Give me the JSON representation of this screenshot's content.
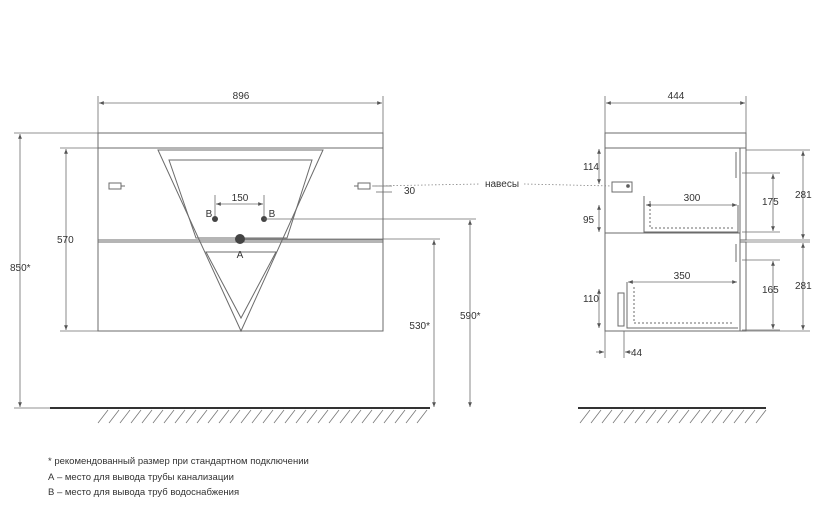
{
  "front": {
    "width": "896",
    "hole_spacing": "150",
    "label_b_left": "B",
    "label_b_right": "B",
    "label_a": "A",
    "height_total": "850*",
    "height_body": "570",
    "height_drain": "530*",
    "height_supply": "590*",
    "hinge_offset": "30"
  },
  "hinge_label": "навесы",
  "side": {
    "depth": "444",
    "top_offset": "114",
    "drawer1_depth": "300",
    "drawer1_height": "175",
    "drawer1_front": "281",
    "gap_95": "95",
    "drawer2_depth": "350",
    "drawer2_height": "165",
    "drawer2_front": "281",
    "bottom_110": "110",
    "wall_44": "44"
  },
  "legend": {
    "line1": "* рекомендованный размер при стандартном подключении",
    "line2": "А – место для вывода трубы канализации",
    "line3": "В – место для вывода труб водоснабжения"
  },
  "colors": {
    "line": "#6b6b6b",
    "dark": "#3a3a3a",
    "floor": "#333333"
  }
}
